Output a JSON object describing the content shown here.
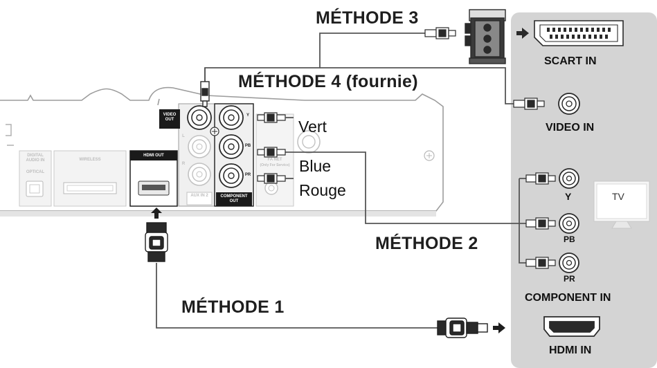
{
  "methods": {
    "m1": "MÉTHODE 1",
    "m2": "MÉTHODE 2",
    "m3": "MÉTHODE 3",
    "m4": "MÉTHODE 4 (fournie)"
  },
  "component_colors": {
    "green": "Vert",
    "blue": "Blue",
    "red": "Rouge"
  },
  "player_panel": {
    "digital_audio_in": "DIGITAL AUDIO IN",
    "optical": "OPTICAL",
    "wireless": "WIRELESS",
    "hdmi_out": "HDMI OUT",
    "video_out": "VIDEO OUT",
    "aux_in": "AUX IN 2",
    "aux_l": "L",
    "aux_r": "R",
    "component_out": "COMPONENT OUT",
    "jack_y": "Y",
    "jack_pb": "PB",
    "jack_pr": "PR",
    "fan_net": "FA NET",
    "fan_net_note": "(Only For Service)"
  },
  "tv_panel": {
    "scart_in": "SCART IN",
    "video_in": "VIDEO IN",
    "y": "Y",
    "pb": "PB",
    "pr": "PR",
    "component_in": "COMPONENT IN",
    "hdmi_in": "HDMI IN",
    "tv": "TV"
  },
  "colors": {
    "tv_panel_bg": "#d4d4d4",
    "device_outline": "#9a9a9a",
    "cable": "#5a5a5a",
    "hdmi_out_label_bg": "#1a1a1a"
  }
}
